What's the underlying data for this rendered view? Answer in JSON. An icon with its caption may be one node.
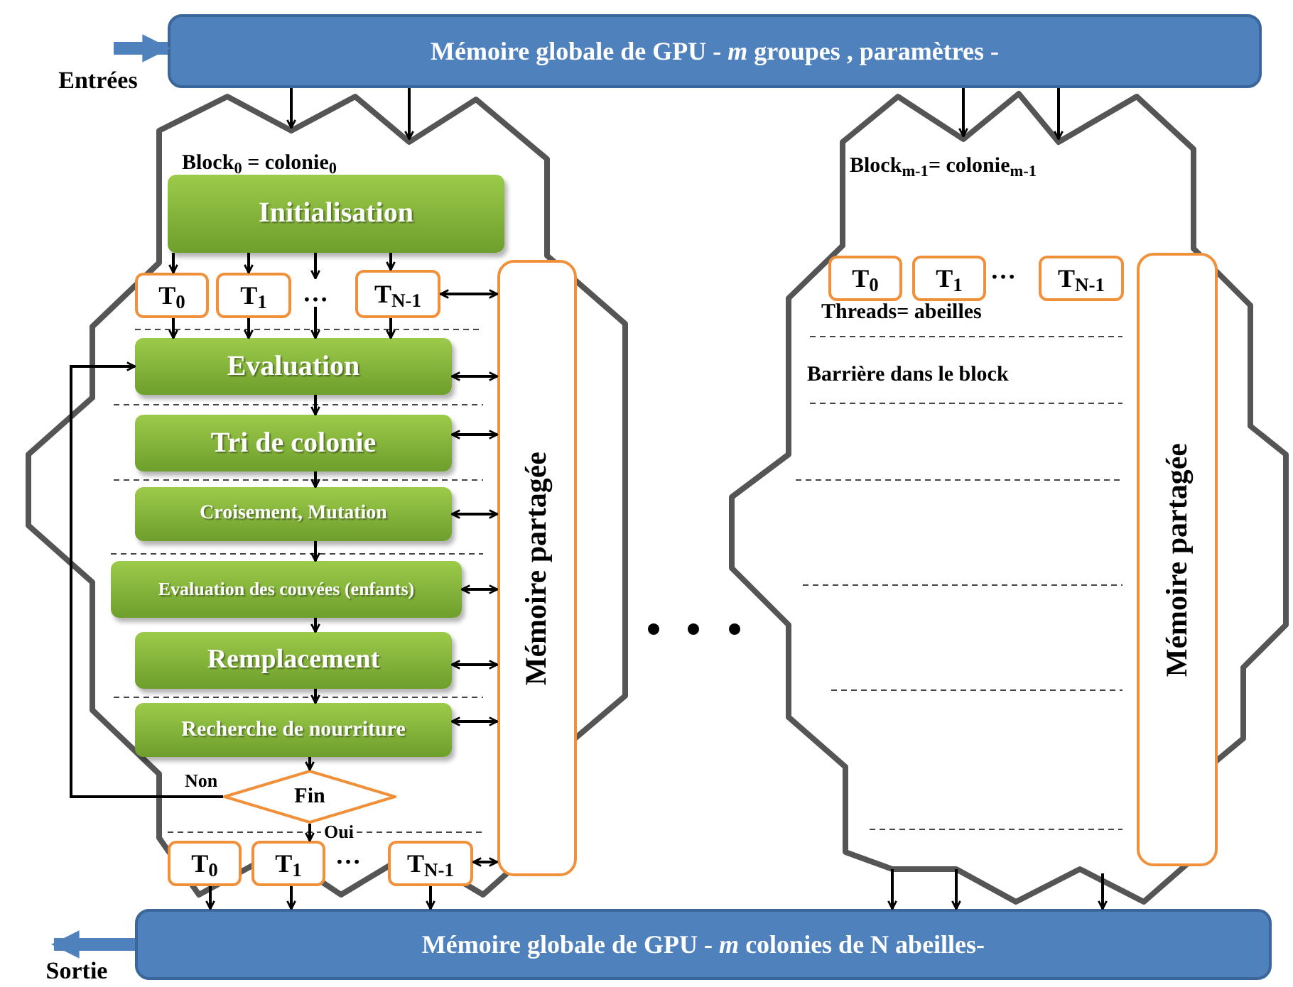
{
  "diagram": {
    "nodes": [
      {
        "text": [
          "Mémoire globale de GPU - *m* groupes , paramètres -"
        ]
      },
      {
        "text": [
          "Block$_{0}$ = colonie$_{0}$"
        ]
      },
      {
        "text": [
          "Initialisation"
        ],
        "in": 1
      },
      {
        "text": [
          "T$_{0}$"
        ],
        "in": 1
      },
      {
        "text": [
          "T$_{1}$"
        ],
        "in": 1
      },
      {
        "text": [
          "T$_{N-1}$"
        ],
        "in": 1
      },
      {
        "text": [
          "Mémoire partagée"
        ],
        "in": 1
      },
      {
        "text": [
          "Evaluation"
        ],
        "in": 1
      },
      {
        "text": [
          "Tri de colonie"
        ],
        "in": 1
      },
      {
        "text": [
          "Croisement, Mutation"
        ],
        "in": 1
      },
      {
        "text": [
          "Evaluation des couvées (enfants)"
        ],
        "in": 1
      },
      {
        "text": [
          "Remplacement"
        ],
        "in": 1
      },
      {
        "text": [
          "Recherche de nourriture"
        ],
        "in": 1
      },
      {
        "text": [
          "Fin"
        ],
        "in": 1
      },
      {
        "text": [
          "T$_{0}$"
        ],
        "in": 1
      },
      {
        "text": [
          "T$_{1}$"
        ],
        "in": 1
      },
      {
        "text": [
          "T$_{N-1}$"
        ],
        "in": 1
      },
      {
        "text": [
          "Block$_{m-1}$= colonie$_{m-1}$"
        ]
      },
      {
        "text": [
          "T$_{0}$"
        ],
        "in": 17
      },
      {
        "text": [
          "T$_{1}$"
        ],
        "in": 17
      },
      {
        "text": [
          "T$_{N-1}$"
        ],
        "in": 17
      },
      {
        "text": [
          "Mémoire partagée"
        ],
        "in": 17
      },
      {
        "text": [
          "Mémoire globale de GPU - *m* colonies de N abeilles-"
        ]
      },
      {
        "text": [
          "Entrées"
        ]
      },
      {
        "text": [
          "Sortie"
        ]
      },
      {
        "text": [
          "…"
        ],
        "in": 1
      }
    ],
    "edges": [
      {
        "from": 23,
        "to": 0,
        "arrow": "to",
        "style": "thick",
        "color": "#4f81bd"
      },
      {
        "from": 22,
        "to": 24,
        "arrow": "to",
        "style": "thick",
        "color": "#4f81bd"
      },
      {
        "from": 0,
        "to": 1,
        "arrow": "to"
      },
      {
        "from": 0,
        "to": 1,
        "arrow": "to"
      },
      {
        "from": 0,
        "to": 17,
        "arrow": "to"
      },
      {
        "from": 0,
        "to": 17,
        "arrow": "to"
      },
      {
        "from": 2,
        "to": 3,
        "arrow": "to"
      },
      {
        "from": 2,
        "to": 4,
        "arrow": "to"
      },
      {
        "from": 2,
        "to": 25,
        "arrow": "to"
      },
      {
        "from": 2,
        "to": 5,
        "arrow": "to"
      },
      {
        "from": 3,
        "to": 7,
        "arrow": "to"
      },
      {
        "from": 4,
        "to": 7,
        "arrow": "to"
      },
      {
        "from": 25,
        "to": 7,
        "arrow": "to"
      },
      {
        "from": 5,
        "to": 7,
        "arrow": "to"
      },
      {
        "from": 5,
        "to": 6,
        "arrow": "both"
      },
      {
        "from": 7,
        "to": 8,
        "arrow": "to"
      },
      {
        "from": 8,
        "to": 9,
        "arrow": "to"
      },
      {
        "from": 9,
        "to": 10,
        "arrow": "to"
      },
      {
        "from": 10,
        "to": 11,
        "arrow": "to"
      },
      {
        "from": 11,
        "to": 12,
        "arrow": "to"
      },
      {
        "from": 12,
        "to": 13,
        "arrow": "to"
      },
      {
        "from": 7,
        "to": 6,
        "arrow": "both"
      },
      {
        "from": 8,
        "to": 6,
        "arrow": "both"
      },
      {
        "from": 9,
        "to": 6,
        "arrow": "both"
      },
      {
        "from": 10,
        "to": 6,
        "arrow": "both"
      },
      {
        "from": 11,
        "to": 6,
        "arrow": "both"
      },
      {
        "from": 12,
        "to": 6,
        "arrow": "both"
      },
      {
        "from": 13,
        "to": 7,
        "arrow": "to",
        "label": "Non"
      },
      {
        "from": 13,
        "to": 15,
        "arrow": "to",
        "label": "Oui"
      },
      {
        "from": 16,
        "to": 6,
        "arrow": "both"
      },
      {
        "from": 14,
        "to": 22,
        "arrow": "to"
      },
      {
        "from": 15,
        "to": 22,
        "arrow": "to"
      },
      {
        "from": 16,
        "to": 22,
        "arrow": "to"
      },
      {
        "from": 17,
        "to": 22,
        "arrow": "to"
      },
      {
        "from": 17,
        "to": 22,
        "arrow": "to"
      },
      {
        "from": 17,
        "to": 22,
        "arrow": "to"
      }
    ],
    "labels": [
      "…",
      "Threads= abeilles",
      "Barrière dans le block",
      "…"
    ]
  }
}
